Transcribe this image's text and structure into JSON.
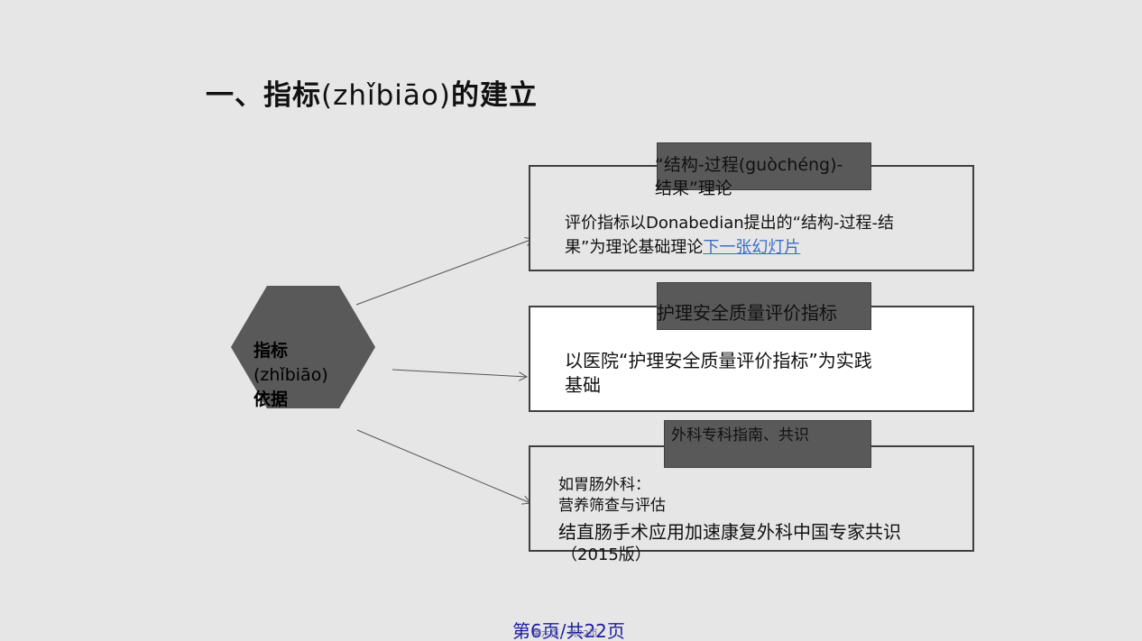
{
  "title": {
    "prefix": "一、指标",
    "pinyin": "(zhǐbiāo)",
    "suffix": "的建立"
  },
  "hexagon": {
    "line1": "指标",
    "line2": "(zhǐbiāo)",
    "line3": "依据"
  },
  "boxes": [
    {
      "tab_line1": "“结构-过程(guòchéng)-",
      "tab_line2": "结果”理论",
      "body_line1": "评价指标以Donabedian提出的“结构-过程-结",
      "body_line2_text": "果”为理论基础理论",
      "body_link": "下一张幻灯片"
    },
    {
      "tab": "护理安全质量评价指标",
      "body_line1": "以医院“护理安全质量评价指标”为实践",
      "body_line2": "基础"
    },
    {
      "tab": "外科专科指南、共识",
      "body_line1": "如胃肠外科：",
      "body_line2": "营养筛查与评估",
      "body_line3": "结直肠手术应用加速康复外科中国专家共识",
      "body_line4": "（2015版）"
    }
  ],
  "footer": {
    "page": "第6页/共22页",
    "overlay": "第六页，共22页"
  },
  "colors": {
    "background": "#e6e6e6",
    "shape_fill": "#595959",
    "border": "#3f3f3f",
    "link": "#3b6fc4",
    "footer": "#1c1c9c"
  }
}
